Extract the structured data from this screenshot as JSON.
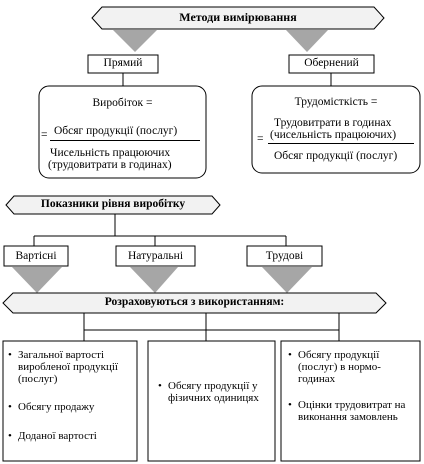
{
  "title": "Методи вимірювання",
  "methods": {
    "direct": {
      "label": "Прямий",
      "formula_lhs": "Виробіток =",
      "numerator": "Обсяг продукції (послуг)",
      "denominator_line1": "Чисельність працюючих",
      "denominator_line2": "(трудовитрати в годинах)",
      "equals": "="
    },
    "inverse": {
      "label": "Обернений",
      "formula_lhs": "Трудомісткість =",
      "numerator_line1": "Трудовитрати в годинах",
      "numerator_line2": "(чисельність працюючих)",
      "denominator": "Обсяг продукції (послуг)",
      "equals": "="
    }
  },
  "indicators_title": "Показники рівня виробітку",
  "indicators": [
    "Вартісні",
    "Натуральні",
    "Трудові"
  ],
  "calc_title": "Розраховуються з використанням:",
  "columns": {
    "left": [
      "Загальної вартості виробленої продукції (послуг)",
      "Обсягу продажу",
      "Доданої вартості"
    ],
    "middle": [
      "Обсягу продукції у фізичних одиницях"
    ],
    "right": [
      "Обсягу продукції (послуг) в нормо-годинах",
      "Оцінки трудовитрат на виконання замовлень"
    ]
  },
  "colors": {
    "banner_fill": "#f2f2f2",
    "arrow_fill": "#a6a6a6",
    "stroke": "#000000"
  }
}
